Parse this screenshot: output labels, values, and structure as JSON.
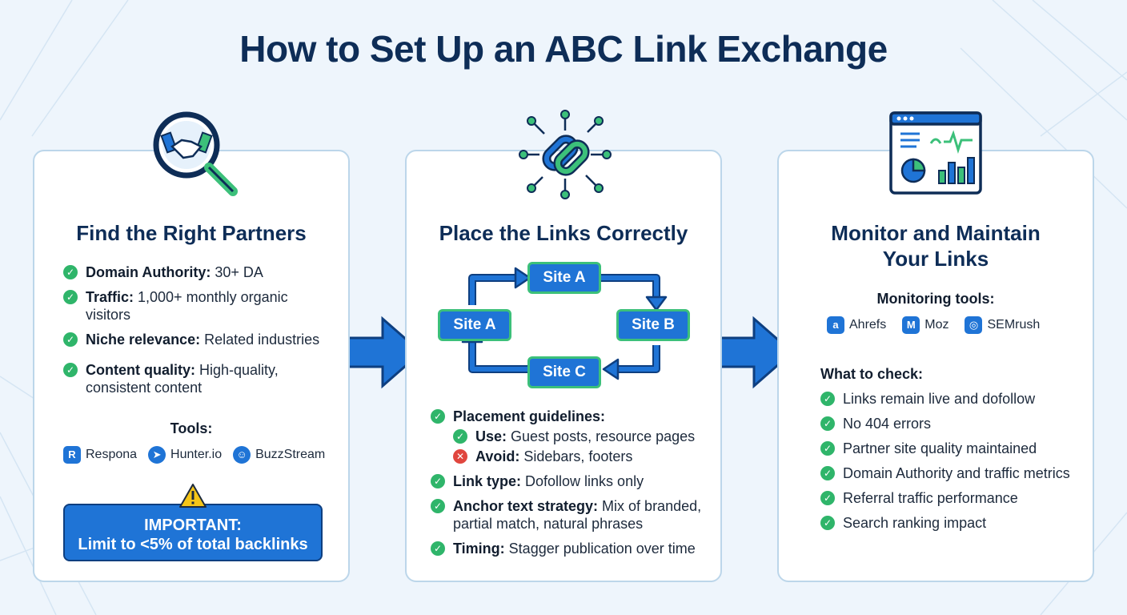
{
  "title": "How to Set Up an ABC Link Exchange",
  "colors": {
    "accent": "#1f74d6",
    "navy": "#0e2d57",
    "check": "#2fb56a",
    "avoid": "#e0463e",
    "warning": "#f5c518"
  },
  "card1": {
    "icon": "handshake-magnifier-icon",
    "title": "Find the Right Partners",
    "criteria": [
      {
        "label": "Domain Authority:",
        "text": " 30+ DA"
      },
      {
        "label": "Traffic:",
        "text": " 1,000+ monthly organic visitors"
      },
      {
        "label": "Niche relevance:",
        "text": " Related industries"
      },
      {
        "label": "Content quality:",
        "text": " High-quality, consistent content"
      }
    ],
    "tools_label": "Tools:",
    "tools": [
      {
        "name": "Respona",
        "icon": "respona-icon",
        "glyph": "R"
      },
      {
        "name": "Hunter.io",
        "icon": "hunter-icon",
        "glyph": "➤"
      },
      {
        "name": "BuzzStream",
        "icon": "buzzstream-icon",
        "glyph": "☺"
      }
    ],
    "important_title": "IMPORTANT:",
    "important_text": "Limit to <5% of total backlinks"
  },
  "card2": {
    "icon": "chain-link-network-icon",
    "title": "Place the Links Correctly",
    "nodes": [
      "Site A",
      "Site B",
      "Site C",
      "Site A"
    ],
    "guidelines_label": "Placement guidelines:",
    "use_label": "Use:",
    "use_text": " Guest posts, resource pages",
    "avoid_label": "Avoid:",
    "avoid_text": " Sidebars, footers",
    "items": [
      {
        "label": "Link type:",
        "text": " Dofollow links only"
      },
      {
        "label": "Anchor text strategy:",
        "text": " Mix of branded, partial match, natural phrases"
      },
      {
        "label": "Timing:",
        "text": " Stagger publication over time"
      }
    ]
  },
  "card3": {
    "icon": "analytics-dashboard-icon",
    "title": "Monitor and Maintain Your Links",
    "tools_label": "Monitoring tools:",
    "tools": [
      {
        "name": "Ahrefs",
        "icon": "ahrefs-icon",
        "glyph": "a"
      },
      {
        "name": "Moz",
        "icon": "moz-icon",
        "glyph": "M"
      },
      {
        "name": "SEMrush",
        "icon": "semrush-icon",
        "glyph": "◎"
      }
    ],
    "check_label": "What to check:",
    "checks": [
      "Links remain live and dofollow",
      "No 404 errors",
      "Partner site quality maintained",
      "Domain Authority and traffic metrics",
      "Referral traffic performance",
      "Search ranking impact"
    ]
  }
}
